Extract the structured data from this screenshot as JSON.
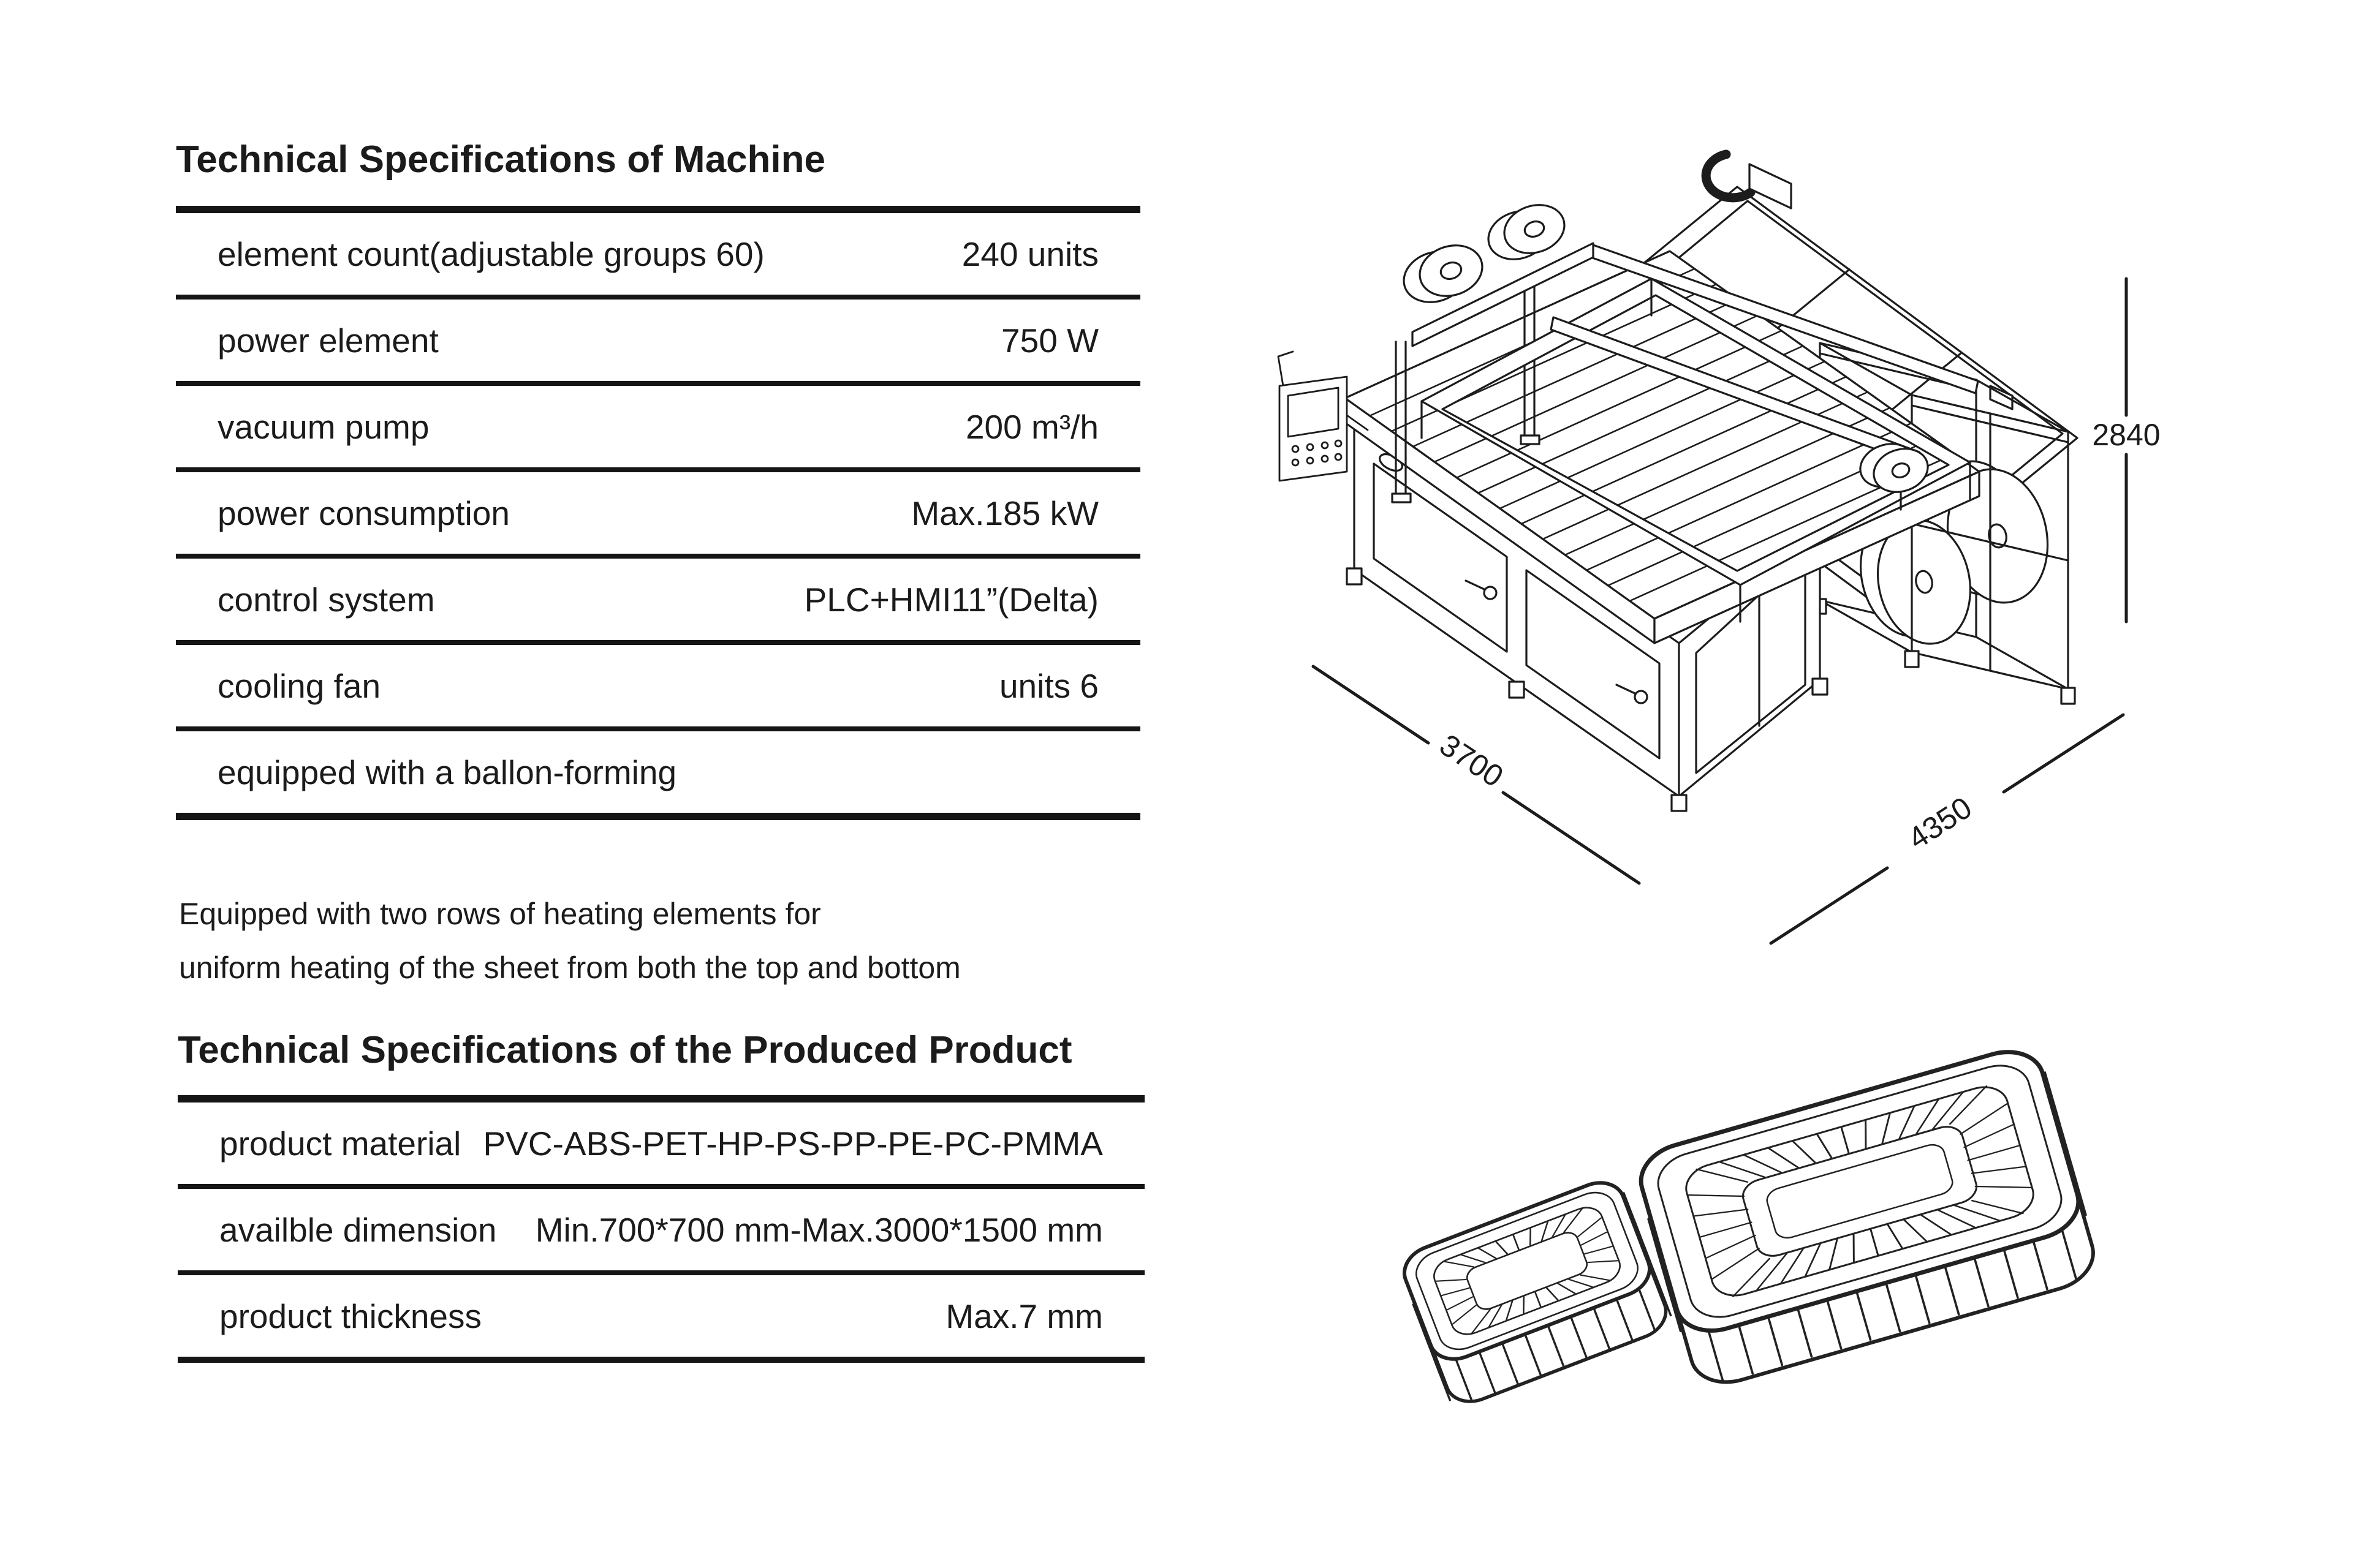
{
  "machine_table": {
    "title": "Technical Specifications of Machine",
    "rows": [
      {
        "label": "element count(adjustable groups 60)",
        "value": "240 units"
      },
      {
        "label": "power element",
        "value": "750 W"
      },
      {
        "label": "vacuum pump",
        "value": "200 m³/h"
      },
      {
        "label": "power consumption",
        "value": "Max.185 kW"
      },
      {
        "label": "control system",
        "value": "PLC+HMI11”(Delta)"
      },
      {
        "label": "cooling fan",
        "value": "units 6"
      },
      {
        "label": "equipped with a ballon-forming",
        "value": ""
      }
    ],
    "note_line1": "Equipped with two rows of heating elements for",
    "note_line2": "uniform heating of the sheet from both the top and bottom"
  },
  "product_table": {
    "title": "Technical Specifications of the Produced Product",
    "rows": [
      {
        "label": "product material",
        "value": "PVC-ABS-PET-HP-PS-PP-PE-PC-PMMA"
      },
      {
        "label": "availble dimension",
        "value": "Min.700*700 mm-Max.3000*1500 mm"
      },
      {
        "label": "product thickness",
        "value": "Max.7 mm"
      }
    ]
  },
  "machine_drawing": {
    "dim_height_mm": "2840",
    "dim_side_left_mm": "3700",
    "dim_side_right_mm": "4350"
  },
  "colors": {
    "ink": "#1b1b1b",
    "rule": "#151515",
    "line_art": "#1c1c1c"
  }
}
